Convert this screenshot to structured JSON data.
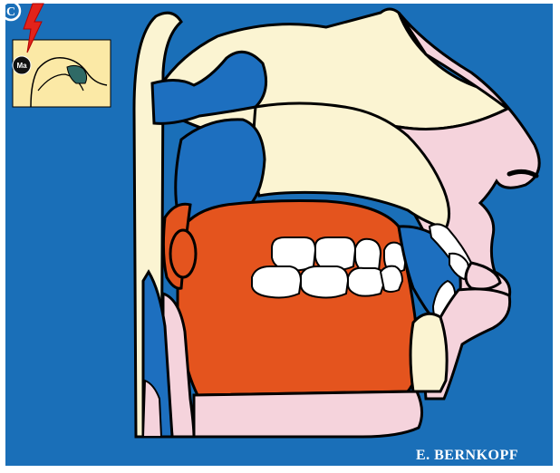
{
  "inset": {
    "label": "Ma"
  },
  "credit": {
    "author": "E. BERNKOPF",
    "copyright_symbol": "C"
  },
  "colors": {
    "background": "#1a6fb8",
    "tissue_cream": "#fbf4d2",
    "skin_pink": "#f5d3dc",
    "airway_blue": "#1d6fbf",
    "highlight_red": "#e4541e",
    "teeth_white": "#ffffff",
    "inset_bg": "#fbe9a6",
    "lightning": "#e2231a",
    "outline": "#000000"
  }
}
